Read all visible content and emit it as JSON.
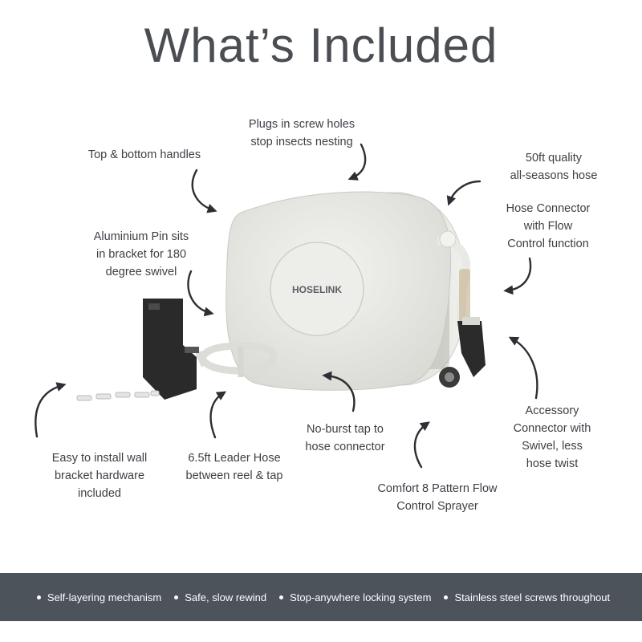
{
  "title": "What’s Included",
  "brand": "HOSELINK",
  "labels": {
    "plugs": [
      "Plugs in screw holes",
      "stop insects nesting"
    ],
    "handles": [
      "Top & bottom handles"
    ],
    "hose": [
      "50ft quality",
      "all-seasons hose"
    ],
    "connector": [
      "Hose Connector",
      "with Flow",
      "Control function"
    ],
    "pin": [
      "Aluminium Pin sits",
      "in bracket for 180",
      "degree swivel"
    ],
    "bracket": [
      "Easy to install wall",
      "bracket hardware",
      "included"
    ],
    "leader": [
      "6.5ft Leader Hose",
      "between reel & tap"
    ],
    "noburst": [
      "No-burst tap to",
      "hose connector"
    ],
    "sprayer": [
      "Comfort 8 Pattern Flow",
      "Control Sprayer"
    ],
    "accessory": [
      "Accessory",
      "Connector with",
      "Swivel, less",
      "hose twist"
    ]
  },
  "footer": [
    "Self-layering mechanism",
    "Safe, slow rewind",
    "Stop-anywhere locking system",
    "Stainless steel screws throughout"
  ],
  "colors": {
    "footer_bg": "#4d535b",
    "reel_body": "#e8e8e4",
    "bracket": "#2a2a2a",
    "arrow": "#2c2f33"
  }
}
